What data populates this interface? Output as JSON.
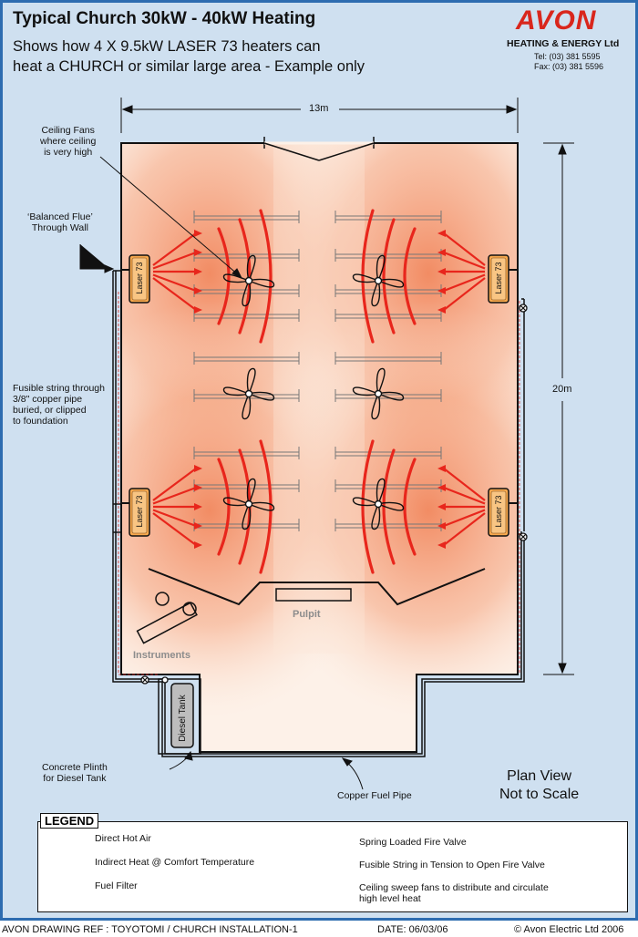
{
  "header": {
    "title": "Typical Church 30kW - 40kW Heating",
    "subtitle_line1": "Shows how 4 X 9.5kW LASER 73 heaters can",
    "subtitle_line2": "heat a CHURCH or similar large area - Example only"
  },
  "logo": {
    "name": "AVON",
    "company": "HEATING & ENERGY Ltd",
    "tel": "Tel: (03) 381 5595",
    "fax": "Fax: (03) 381 5596"
  },
  "dimensions": {
    "width": "13m",
    "length": "20m"
  },
  "labels": {
    "ceiling_fans": [
      "Ceiling Fans",
      "where ceiling",
      "is very high"
    ],
    "balanced_flue": [
      "‘Balanced Flue’",
      "Through Wall"
    ],
    "fusible_string": [
      "Fusible string through",
      "3/8\" copper pipe",
      "buried, or clipped",
      "to foundation"
    ],
    "heater": "Laser 73",
    "pulpit": "Pulpit",
    "instruments": "Instruments",
    "diesel_tank": "Diesel Tank",
    "concrete_plinth": [
      "Concrete Plinth",
      "for Diesel Tank"
    ],
    "copper_pipe": "Copper Fuel Pipe",
    "plan_view": [
      "Plan View",
      "Not to Scale"
    ]
  },
  "legend": {
    "title": "LEGEND",
    "items": {
      "direct_hot_air": "Direct Hot Air",
      "indirect_heat": "Indirect Heat @ Comfort Temperature",
      "fuel_filter": "Fuel Filter",
      "fire_valve": "Spring Loaded Fire Valve",
      "fusible_string": "Fusible String in Tension to Open Fire Valve",
      "ceiling_fans_line1": "Ceiling sweep fans to distribute and circulate",
      "ceiling_fans_line2": "high level heat"
    }
  },
  "footer": {
    "ref": "AVON DRAWING REF : TOYOTOMI / CHURCH INSTALLATION-1",
    "date": "DATE: 06/03/06",
    "copyright": "© Avon Electric Ltd 2006"
  },
  "colors": {
    "frame": "#cfe0f0",
    "border": "#2d6cb0",
    "arrow": "#e8261c",
    "heat": "#f08a5e",
    "logo": "#d9261c"
  }
}
